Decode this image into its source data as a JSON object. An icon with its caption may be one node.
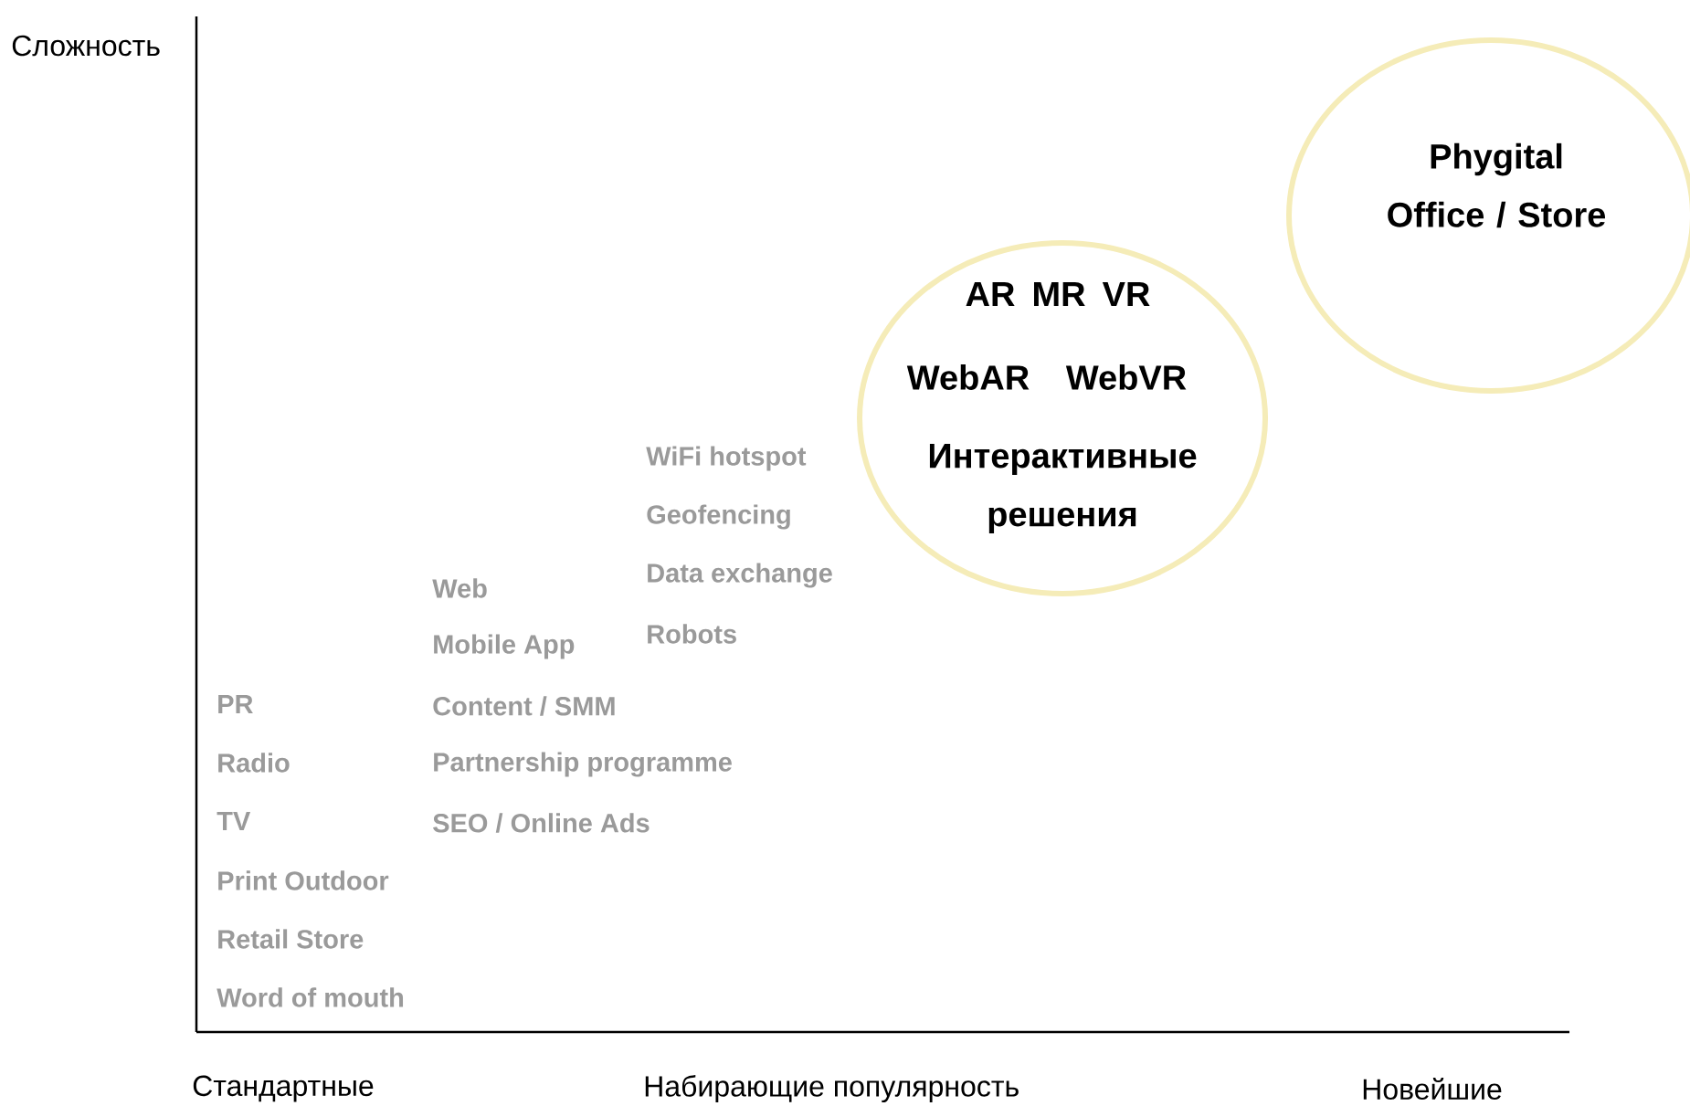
{
  "diagram": {
    "nodes": [
      {
        "text": [
          "AR",
          "MR",
          "VR",
          "WebAR",
          "WebVR",
          "Интерактивные решения"
        ]
      },
      {
        "text": [
          "Phygital Office / Store"
        ]
      }
    ],
    "labels": [
      "Сложность",
      "WiFi hotspot",
      "Geofencing",
      "Web",
      "Data exchange",
      "Mobile App",
      "Robots",
      "PR",
      "Content / SMM",
      "Radio",
      "Partnership programme",
      "TV",
      "SEO / Online Ads",
      "Print Outdoor",
      "Retail Store",
      "Word of mouth",
      "Стандартные",
      "Набирающие популярность",
      "Новейшие"
    ]
  }
}
